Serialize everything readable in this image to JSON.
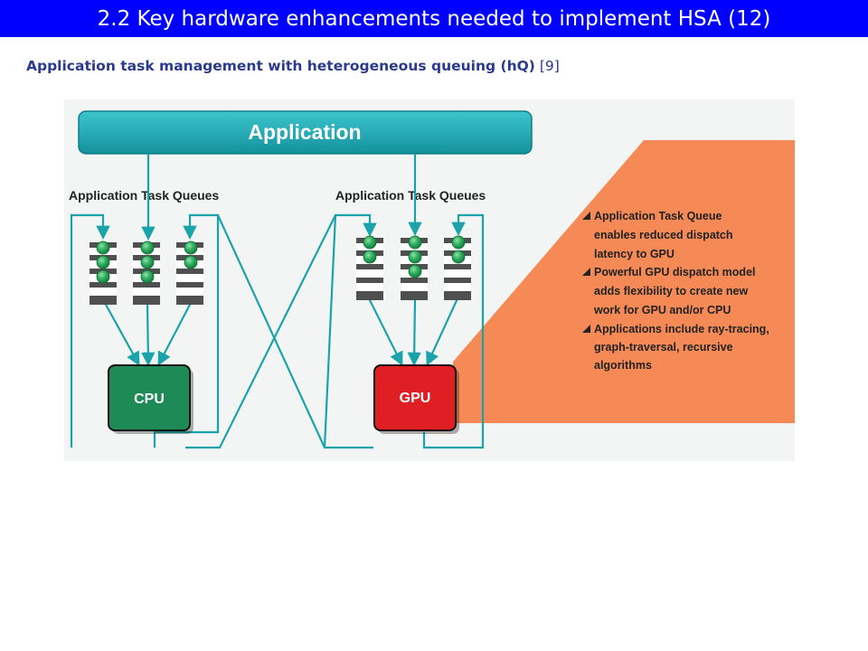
{
  "slide": {
    "title": "2.2 Key hardware enhancements needed to implement HSA (12)",
    "subtitle": "Application task management with heterogeneous queuing (hQ)",
    "reference": "[9]"
  },
  "diagram": {
    "application_label": "Application",
    "queue_group_label": "Application Task Queues",
    "cpu_label": "CPU",
    "gpu_label": "GPU",
    "bullets": [
      "Application Task Queue",
      "enables reduced dispatch",
      "latency to GPU",
      "Powerful GPU dispatch model",
      "adds flexibility to create new",
      "work for GPU and/or CPU",
      "Applications include ray-tracing,",
      "graph-traversal, recursive",
      "algorithms"
    ],
    "colors": {
      "title_bar": "#0000ff",
      "application_bar": "#1aa7b2",
      "connector": "#1aa3a8",
      "cpu": "#1e8a55",
      "gpu": "#e01f25",
      "callout": "#f58a57",
      "queue_item": "#2eac5c",
      "queue_bar": "#505050"
    }
  }
}
